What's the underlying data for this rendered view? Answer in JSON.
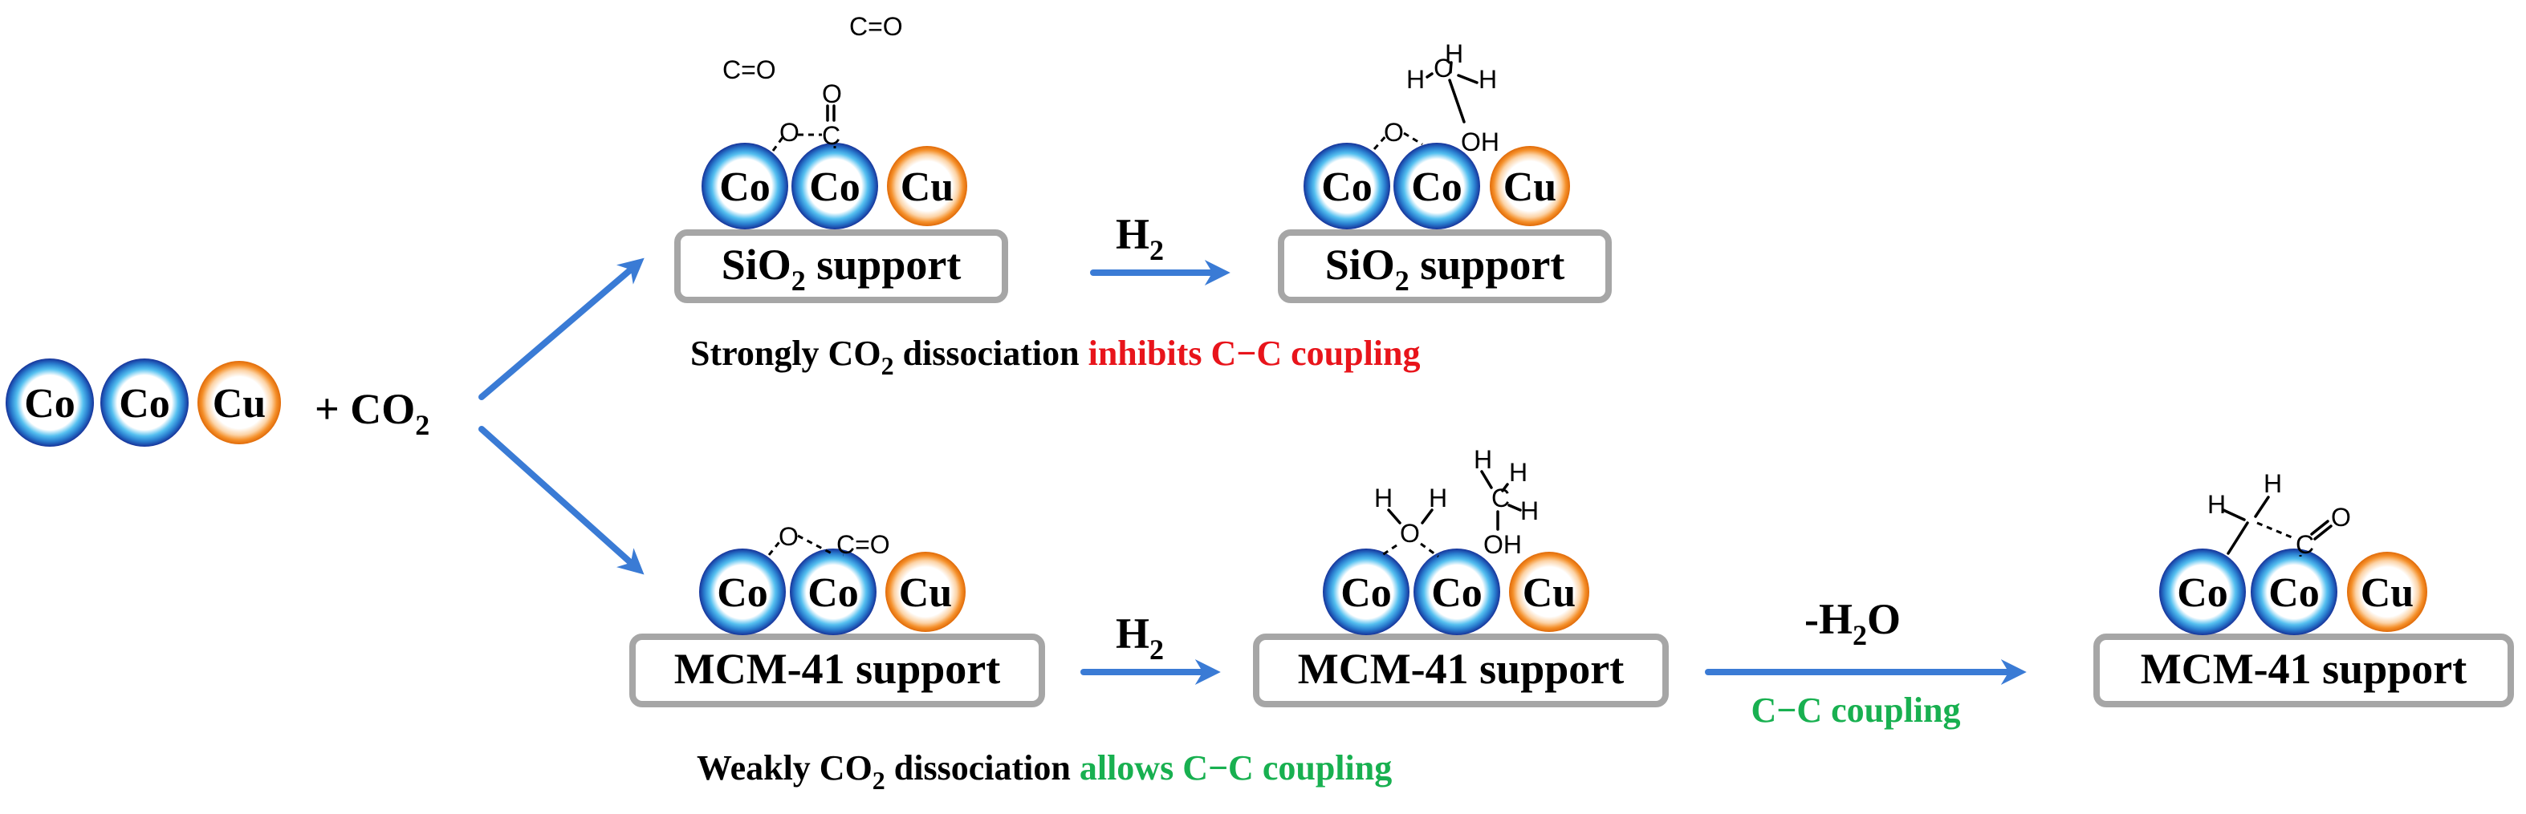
{
  "atoms": {
    "co": "Co",
    "cu": "Cu"
  },
  "plus_co2": {
    "plus": "+ CO",
    "sub": "2"
  },
  "supports": {
    "sio2_prefix": "SiO",
    "sio2_sub": "2",
    "sio2_suffix": " support",
    "mcm41": "MCM-41 support"
  },
  "reagents": {
    "h2_main": "H",
    "h2_sub": "2",
    "minus_h2o_main": "-H",
    "minus_h2o_sub": "2",
    "minus_h2o_suffix": "O",
    "cc_coupling": "C−C coupling"
  },
  "captions": {
    "top_prefix": "Strongly CO",
    "top_sub": "2",
    "top_mid": " dissociation ",
    "top_highlight": "inhibits C−C coupling",
    "bottom_prefix": "Weakly CO",
    "bottom_sub": "2",
    "bottom_mid": " dissociation ",
    "bottom_highlight": "allows C−C coupling"
  },
  "molecule_labels": {
    "c_eq_o": "C=O",
    "o": "O",
    "c": "C",
    "h": "H",
    "oh": "OH"
  },
  "colors": {
    "co_blue_outer": "#1a3fa8",
    "co_blue_inner": "#4ab2ea",
    "cu_orange_outer": "#f07a10",
    "cu_orange_inner": "#fbe3c8",
    "arrow_blue": "#3a7bd5",
    "inhibit_red": "#e8141b",
    "allow_green": "#18b050",
    "support_border": "#a6a6a6"
  }
}
